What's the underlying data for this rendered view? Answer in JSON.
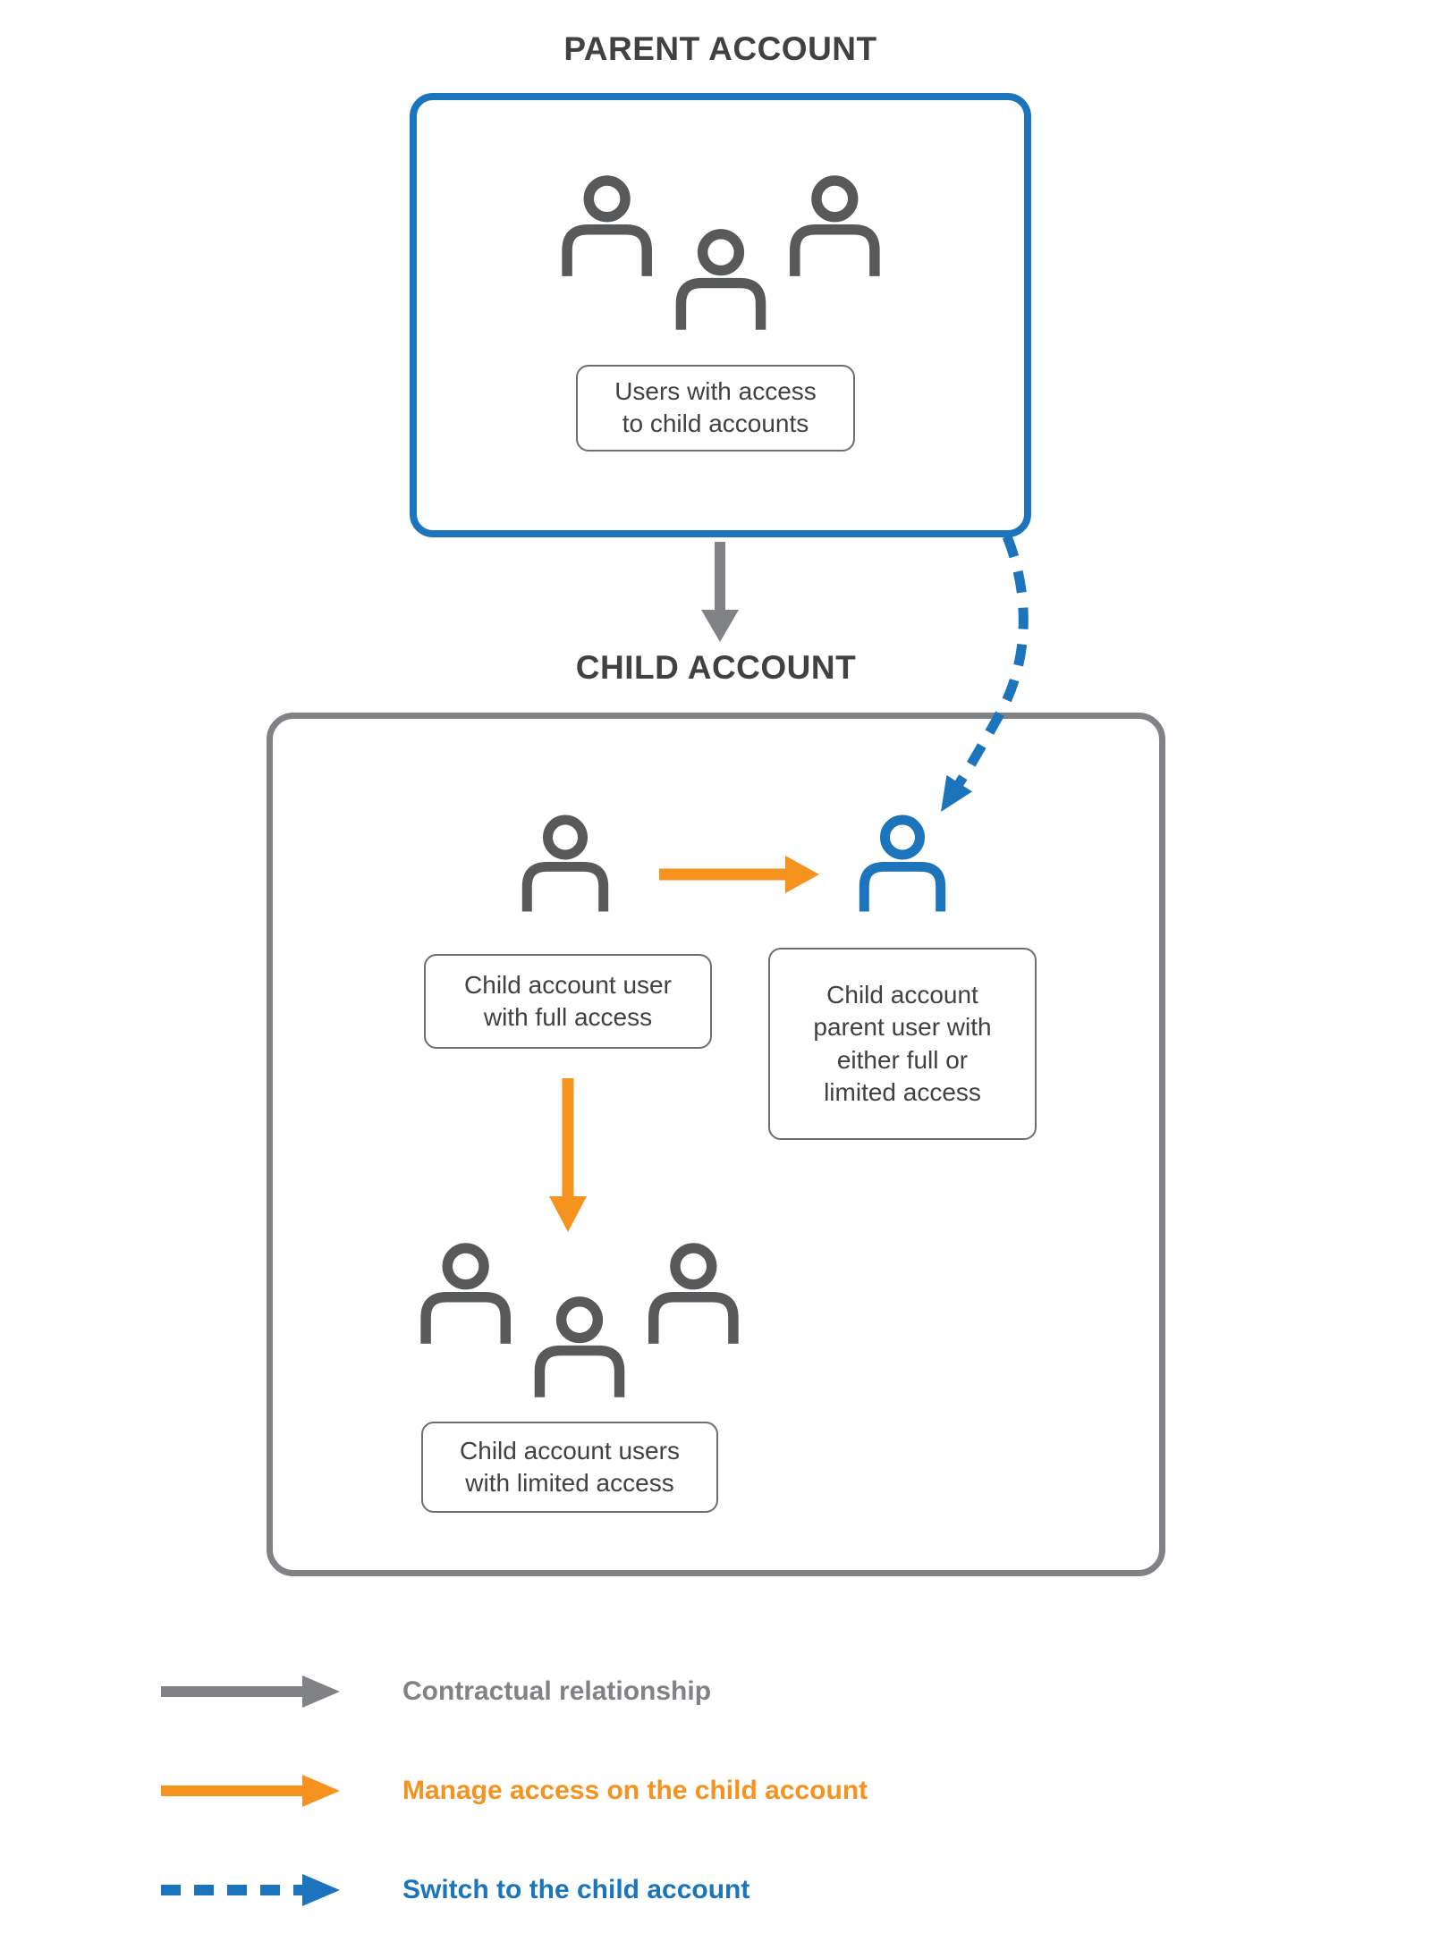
{
  "parent": {
    "title": "PARENT ACCOUNT",
    "users_label": "Users with access\nto child accounts"
  },
  "child": {
    "title": "CHILD ACCOUNT",
    "full_user_label": "Child account user\nwith full access",
    "parent_user_label": "Child account\nparent user with\neither full or\nlimited access",
    "limited_users_label": "Child account users\nwith limited access"
  },
  "legend": {
    "contractual": "Contractual relationship",
    "manage": "Manage access on the child account",
    "switch": "Switch to the child account"
  },
  "icons": {
    "parent_users_group": "users-group-icon (3 outlined persons)",
    "child_full_access_user": "person-icon",
    "child_parent_user": "person-icon (blue)",
    "child_limited_users_group": "users-group-icon (3 outlined persons)",
    "contractual_arrow": "solid-gray-arrow",
    "manage_arrow": "solid-orange-arrow",
    "switch_arrow": "dashed-blue-arrow"
  },
  "colors": {
    "blue": "#1c75bc",
    "orange": "#f6921e",
    "gray": "#808285",
    "dark": "#58595b",
    "border": "#6d6e71",
    "text": "#414042"
  }
}
